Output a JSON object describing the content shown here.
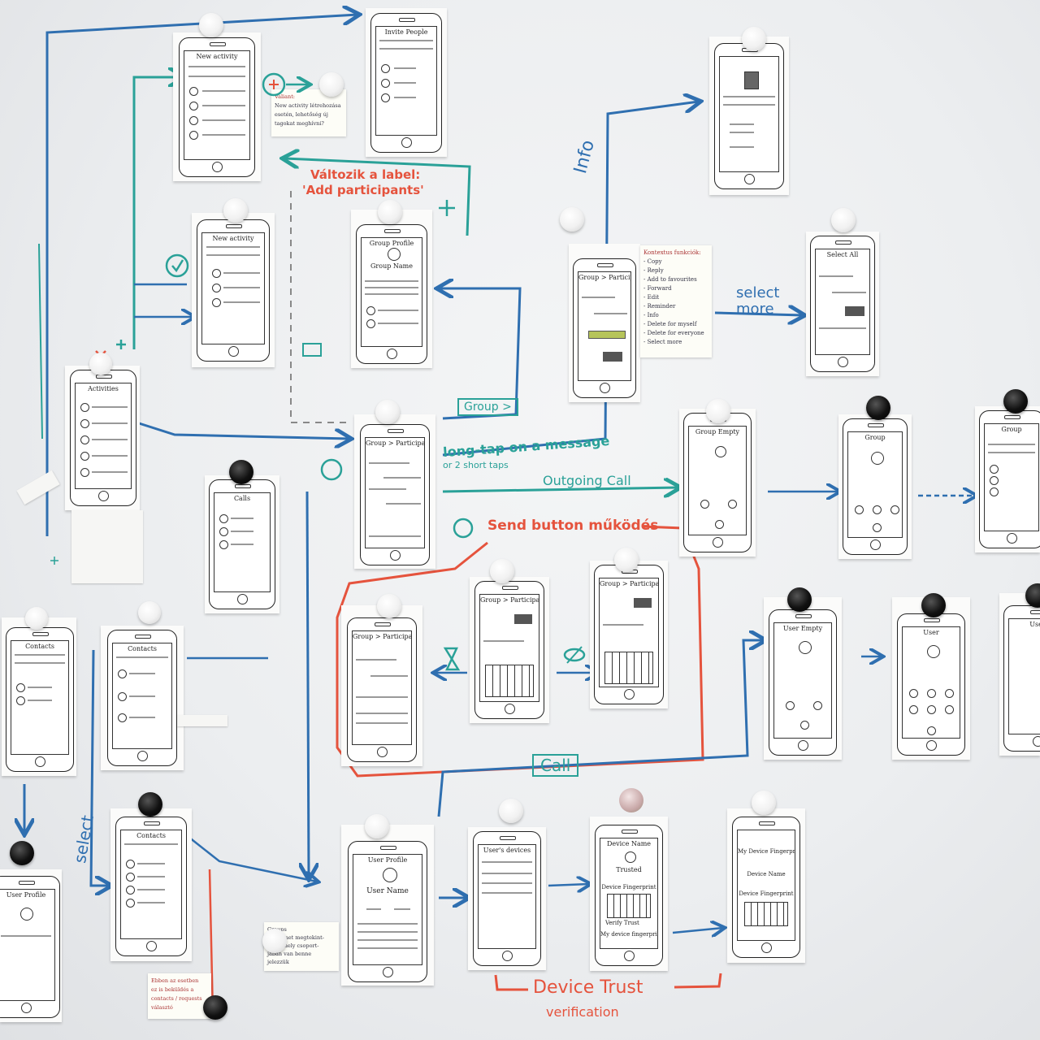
{
  "screens": {
    "new_activity": "New activity",
    "invite_people": "Invite People",
    "info_screen": "",
    "new_activity_2": "New activity",
    "group_profile": "Group Profile",
    "group_profile_name": "Group Name",
    "message_menu": "Group > Participants",
    "select_all": "Select All",
    "activities": "Activities",
    "chat": "Group > Participants",
    "calls": "Calls",
    "call1": "Group Empty",
    "call2": "Group",
    "call3": "Group",
    "contacts1": "Contacts",
    "contacts2": "Contacts",
    "send1": "Group > Participants",
    "send2": "Group > Participants",
    "send3": "Group > Participants",
    "user_call1": "User Empty",
    "user_call2": "User",
    "user_call3": "User",
    "contacts3": "Contacts",
    "user_profile_small": "User Profile",
    "user_profile": "User Profile",
    "user_name": "User Name",
    "users_devices": "User's devices",
    "device_name": "Device Name",
    "trusted": "Trusted",
    "device_fingerprint": "Device Fingerprint",
    "verify_trust": "Verify Trust",
    "my_device_fingerprint": "My device fingerprint",
    "my_device_fp_title": "My Device Fingerprint",
    "device_name2": "Device Name",
    "device_fingerprint2": "Device Fingerprint"
  },
  "annotations": {
    "valtozik": "Változik a label:",
    "add_participants": "'Add participants'",
    "info": "Info",
    "select_more_1": "select",
    "select_more_2": "more",
    "group_btn": "Group >",
    "long_tap": "long-tap on a message",
    "short_taps": "or 2 short taps",
    "outgoing_call": "Outgoing Call",
    "send_button": "Send button működés",
    "call_btn": "Call",
    "select": "select",
    "device_trust": "Device Trust",
    "verification": "verification"
  },
  "notes": {
    "context_menu": [
      "Kontextus funkciók:",
      "- Copy",
      "- Reply",
      "- Add to favourites",
      "- Forward",
      "- Edit",
      "- Reminder",
      "- Info",
      "- Delete for myself",
      "- Delete for everyone",
      "- Select more"
    ],
    "new_activity_note": [
      "Valiant:",
      "New activity létrehozása",
      "esetén, lehetőség új",
      "tagokat meghívni?"
    ],
    "groups_note": [
      "Groups",
      "ha üzenet megtekint-",
      "hető, mely csoport-",
      "jában van benne",
      "jelezzük"
    ],
    "bottom_note": [
      "Ebben az esetben",
      "ez is beküldés a",
      "contacts / requests",
      "választó"
    ]
  },
  "colors": {
    "blue": "#2f6fb0",
    "teal": "#2aa198",
    "red": "#e5533d",
    "board": "#eceef0"
  }
}
